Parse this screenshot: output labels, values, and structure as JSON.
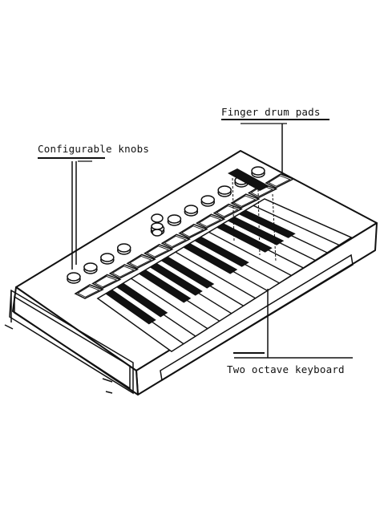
{
  "labels": {
    "knobs": "Configurable knobs",
    "pads": "Finger drum pads",
    "keyboard": "Two octave keyboard"
  },
  "colors": {
    "ink": "#111111",
    "paper": "#ffffff"
  },
  "instrument": {
    "knob_count": 12,
    "pad_count": 12,
    "white_key_count": 15
  }
}
